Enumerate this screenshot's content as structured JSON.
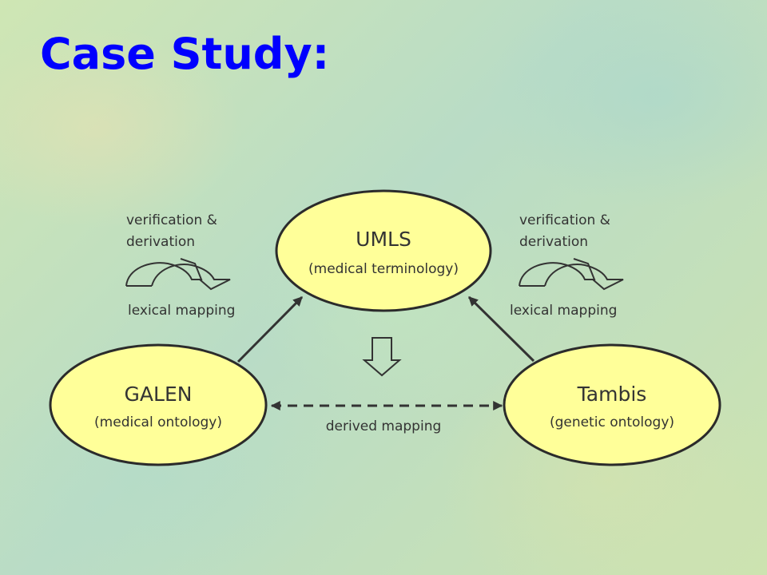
{
  "slide": {
    "title": "Case Study:"
  },
  "nodes": {
    "umls": {
      "title": "UMLS",
      "subtitle": "(medical terminology)"
    },
    "galen": {
      "title": "GALEN",
      "subtitle": "(medical ontology)"
    },
    "tambis": {
      "title": "Tambis",
      "subtitle": "(genetic ontology)"
    }
  },
  "labels": {
    "left_verification_line1": "verification &",
    "left_verification_line2": "derivation",
    "right_verification_line1": "verification &",
    "right_verification_line2": "derivation",
    "left_lexical": "lexical mapping",
    "right_lexical": "lexical mapping",
    "derived": "derived mapping"
  },
  "colors": {
    "title": "#0000ff",
    "node_fill": "#ffff99",
    "node_stroke": "#2b2b2b",
    "text": "#333333"
  }
}
